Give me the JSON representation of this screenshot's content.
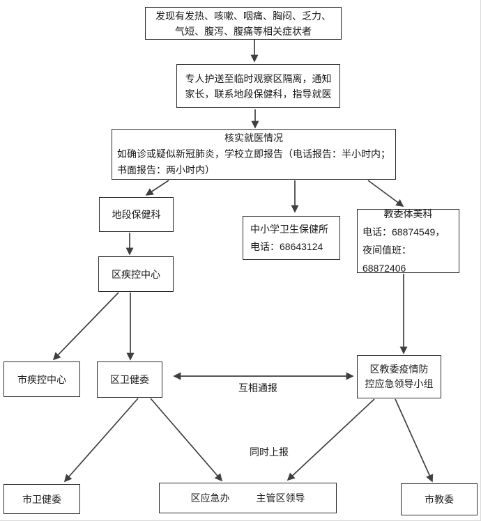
{
  "nodes": {
    "symptoms": {
      "line1": "发现有发热、咳嗽、咽痛、胸闷、乏力、",
      "line2": "气短、腹泻、腹痛等相关症状者"
    },
    "escort": {
      "line1": "专人护送至临时观察区隔离，通知",
      "line2": "家长，联系地段保健科，指导就医"
    },
    "verify": {
      "title": "核实就医情况",
      "line2": "如确诊或疑似新冠肺炎，学校立即报告（电话报告：半小时内；",
      "line3": "书面报告：两小时内）"
    },
    "district_health_section": {
      "text": "地段保健科"
    },
    "district_cdc": {
      "text": "区疾控中心"
    },
    "school_health_institute": {
      "line1": "中小学卫生保健所",
      "line2": "电话：68643124"
    },
    "edu_sports_art_dept": {
      "line1": "教委体美科",
      "line2": "电话：68874549，",
      "line3": "夜间值班：68872406"
    },
    "city_cdc": {
      "text": "市疾控中心"
    },
    "district_health_commission": {
      "text": "区卫健委"
    },
    "edu_epidemic_leading_group": {
      "line1": "区教委疫情防",
      "line2": "控应急领导小组"
    },
    "city_health_commission": {
      "text": "市卫健委"
    },
    "district_emergency_office": {
      "label1": "区应急办",
      "label2": "主管区领导"
    },
    "city_edu_commission": {
      "text": "市教委"
    }
  },
  "edge_labels": {
    "mutual_report": "互相通报",
    "simultaneous_report": "同时上报"
  },
  "colors": {
    "line": "#3f3f3f",
    "border": "#2b2b2b",
    "background": "#ffffff",
    "text": "#1a1a1a"
  }
}
